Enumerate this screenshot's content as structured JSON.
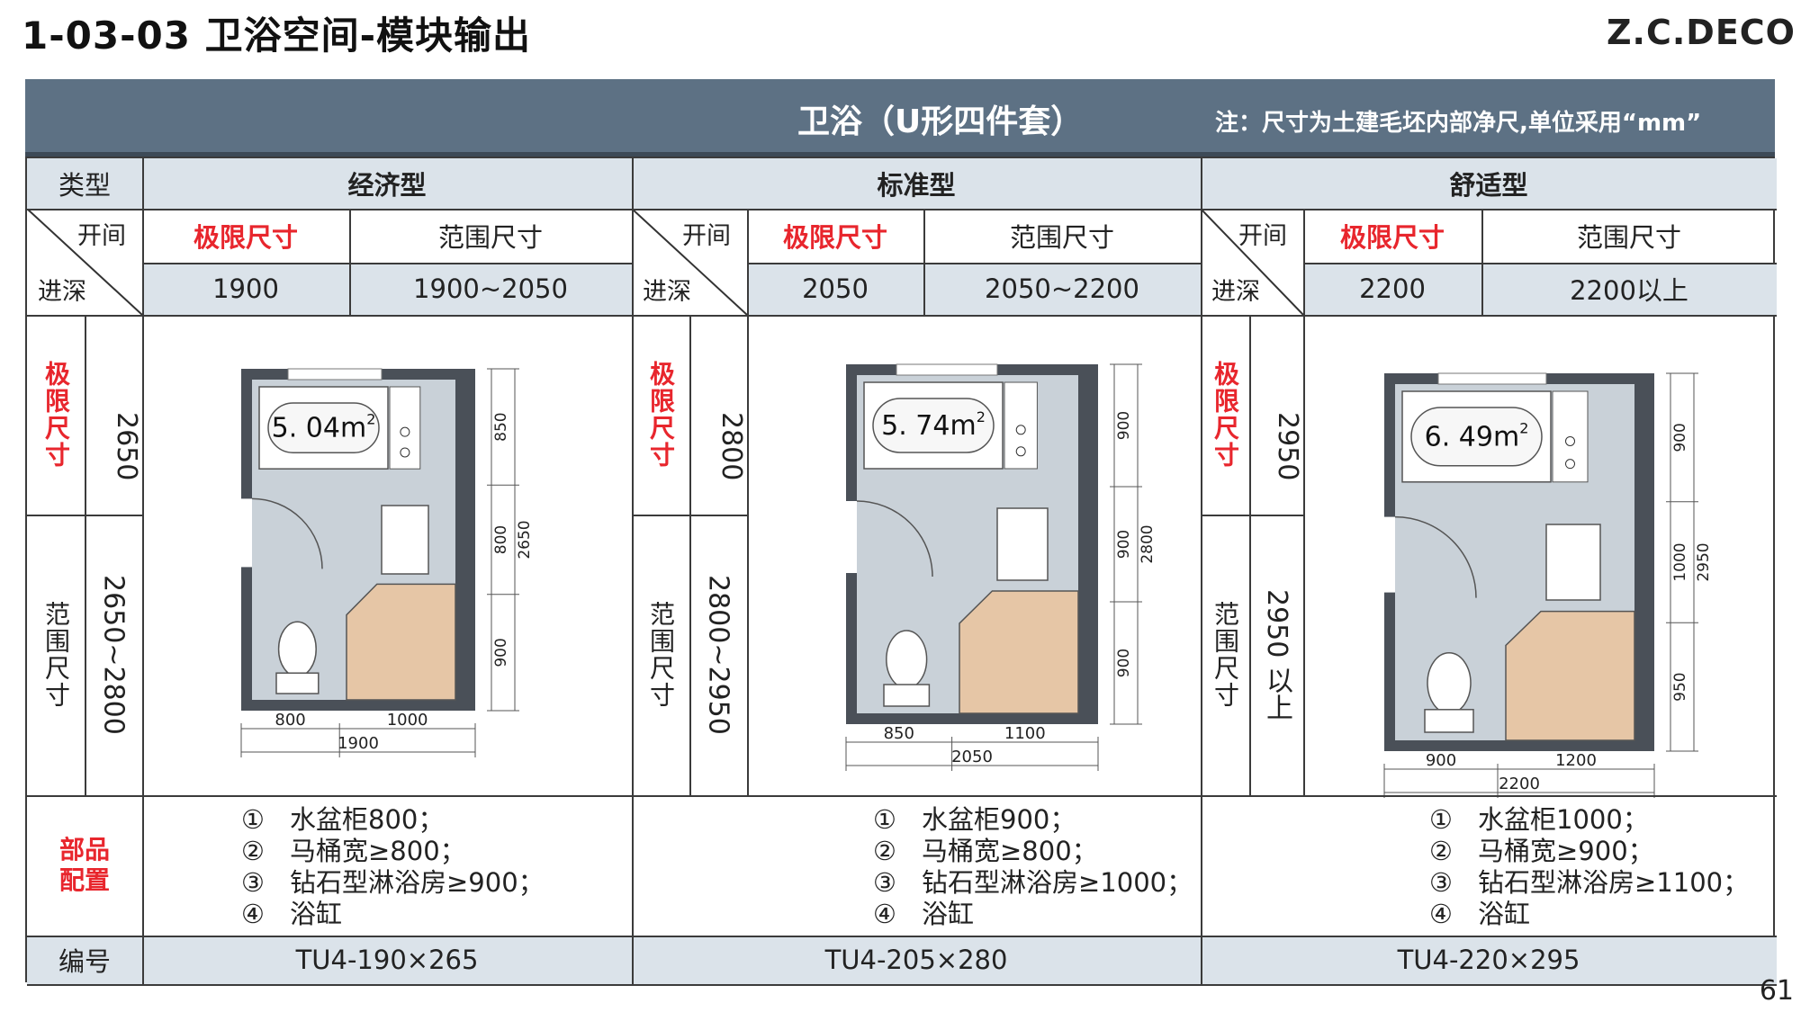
{
  "page": {
    "title": "1-03-03 卫浴空间-模块输出",
    "brand": "Z.C.DECO",
    "page_number": "61"
  },
  "banner": {
    "title": "卫浴（U形四件套）",
    "note": "注：尺寸为土建毛坯内部净尺,单位采用“mm”"
  },
  "table": {
    "type_label": "类型",
    "bay_label": "开间",
    "depth_label": "进深",
    "limit_label": "极限尺寸",
    "range_label": "范围尺寸",
    "parts_label": "部品配置",
    "code_label": "编号",
    "columns": [
      {
        "type": "经济型",
        "limit_width": "1900",
        "range_width": "1900~2050",
        "limit_depth": "2650",
        "range_depth": "2650~2800",
        "area": "5. 04m",
        "plan_dims": {
          "top": "850",
          "mid": "800",
          "bot": "900",
          "total_v": "2650",
          "left": "800",
          "right": "1000",
          "total_h": "1900"
        },
        "parts": [
          "水盆柜800；",
          "马桶宽≥800；",
          "钻石型淋浴房≥900；",
          "浴缸"
        ],
        "code": "TU4-190×265"
      },
      {
        "type": "标准型",
        "limit_width": "2050",
        "range_width": "2050~2200",
        "limit_depth": "2800",
        "range_depth": "2800~2950",
        "area": "5. 74m",
        "plan_dims": {
          "top": "900",
          "mid": "900",
          "bot": "900",
          "total_v": "2800",
          "left": "850",
          "right": "1100",
          "total_h": "2050"
        },
        "parts": [
          "水盆柜900；",
          "马桶宽≥800；",
          "钻石型淋浴房≥1000；",
          "浴缸"
        ],
        "code": "TU4-205×280"
      },
      {
        "type": "舒适型",
        "limit_width": "2200",
        "range_width": "2200以上",
        "limit_depth": "2950",
        "range_depth": "2950 以上",
        "area": "6. 49m",
        "plan_dims": {
          "top": "900",
          "mid": "1000",
          "bot": "950",
          "total_v": "2950",
          "left": "900",
          "right": "1200",
          "total_h": "2200"
        },
        "parts": [
          "水盆柜1000；",
          "马桶宽≥900；",
          "钻石型淋浴房≥1100；",
          "浴缸"
        ],
        "code": "TU4-220×295"
      }
    ],
    "item_markers": [
      "①",
      "②",
      "③",
      "④"
    ],
    "superscript": "2"
  },
  "colors": {
    "banner": "#5d7184",
    "header_cell": "#dbe3ea",
    "red": "#e8262d",
    "wall": "#4a5058",
    "floor": "#c9d1d8",
    "shower_floor": "#e6c6a6"
  }
}
